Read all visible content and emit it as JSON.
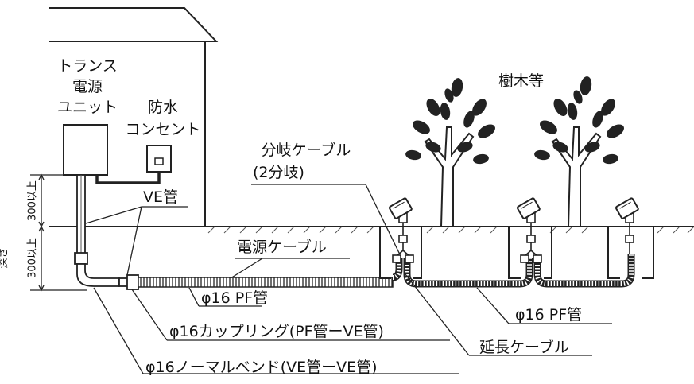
{
  "diagram": {
    "labels": {
      "transformer_line1": "トランス",
      "transformer_line2": "電源",
      "transformer_line3": "ユニット",
      "outlet_line1": "防水",
      "outlet_line2": "コンセント",
      "ve_pipe": "VE管",
      "branch_cable_line1": "分岐ケーブル",
      "branch_cable_line2": "(2分岐)",
      "trees": "樹木等",
      "power_cable": "電源ケーブル",
      "pf_pipe_left": "φ16 PF管",
      "pf_pipe_right": "φ16 PF管",
      "coupling": "φ16カップリング(PF管ーVE管)",
      "extension_cable": "延長ケーブル",
      "bend": "φ16ノーマルベンド(VE管ーVE管)",
      "depth_above": "300以上",
      "depth_below_label": "深さ",
      "depth_below": "300以上"
    }
  }
}
